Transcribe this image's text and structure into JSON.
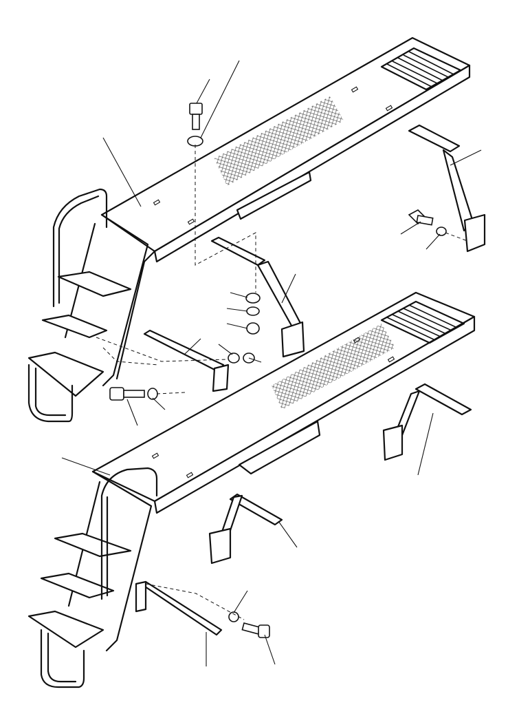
{
  "diagram": {
    "assemblies": [
      {
        "id": "upper-walkway"
      },
      {
        "id": "lower-walkway"
      }
    ],
    "hardware": [
      {
        "id": "bolt"
      },
      {
        "id": "lock-washer"
      },
      {
        "id": "flat-washer"
      },
      {
        "id": "nut"
      }
    ]
  }
}
